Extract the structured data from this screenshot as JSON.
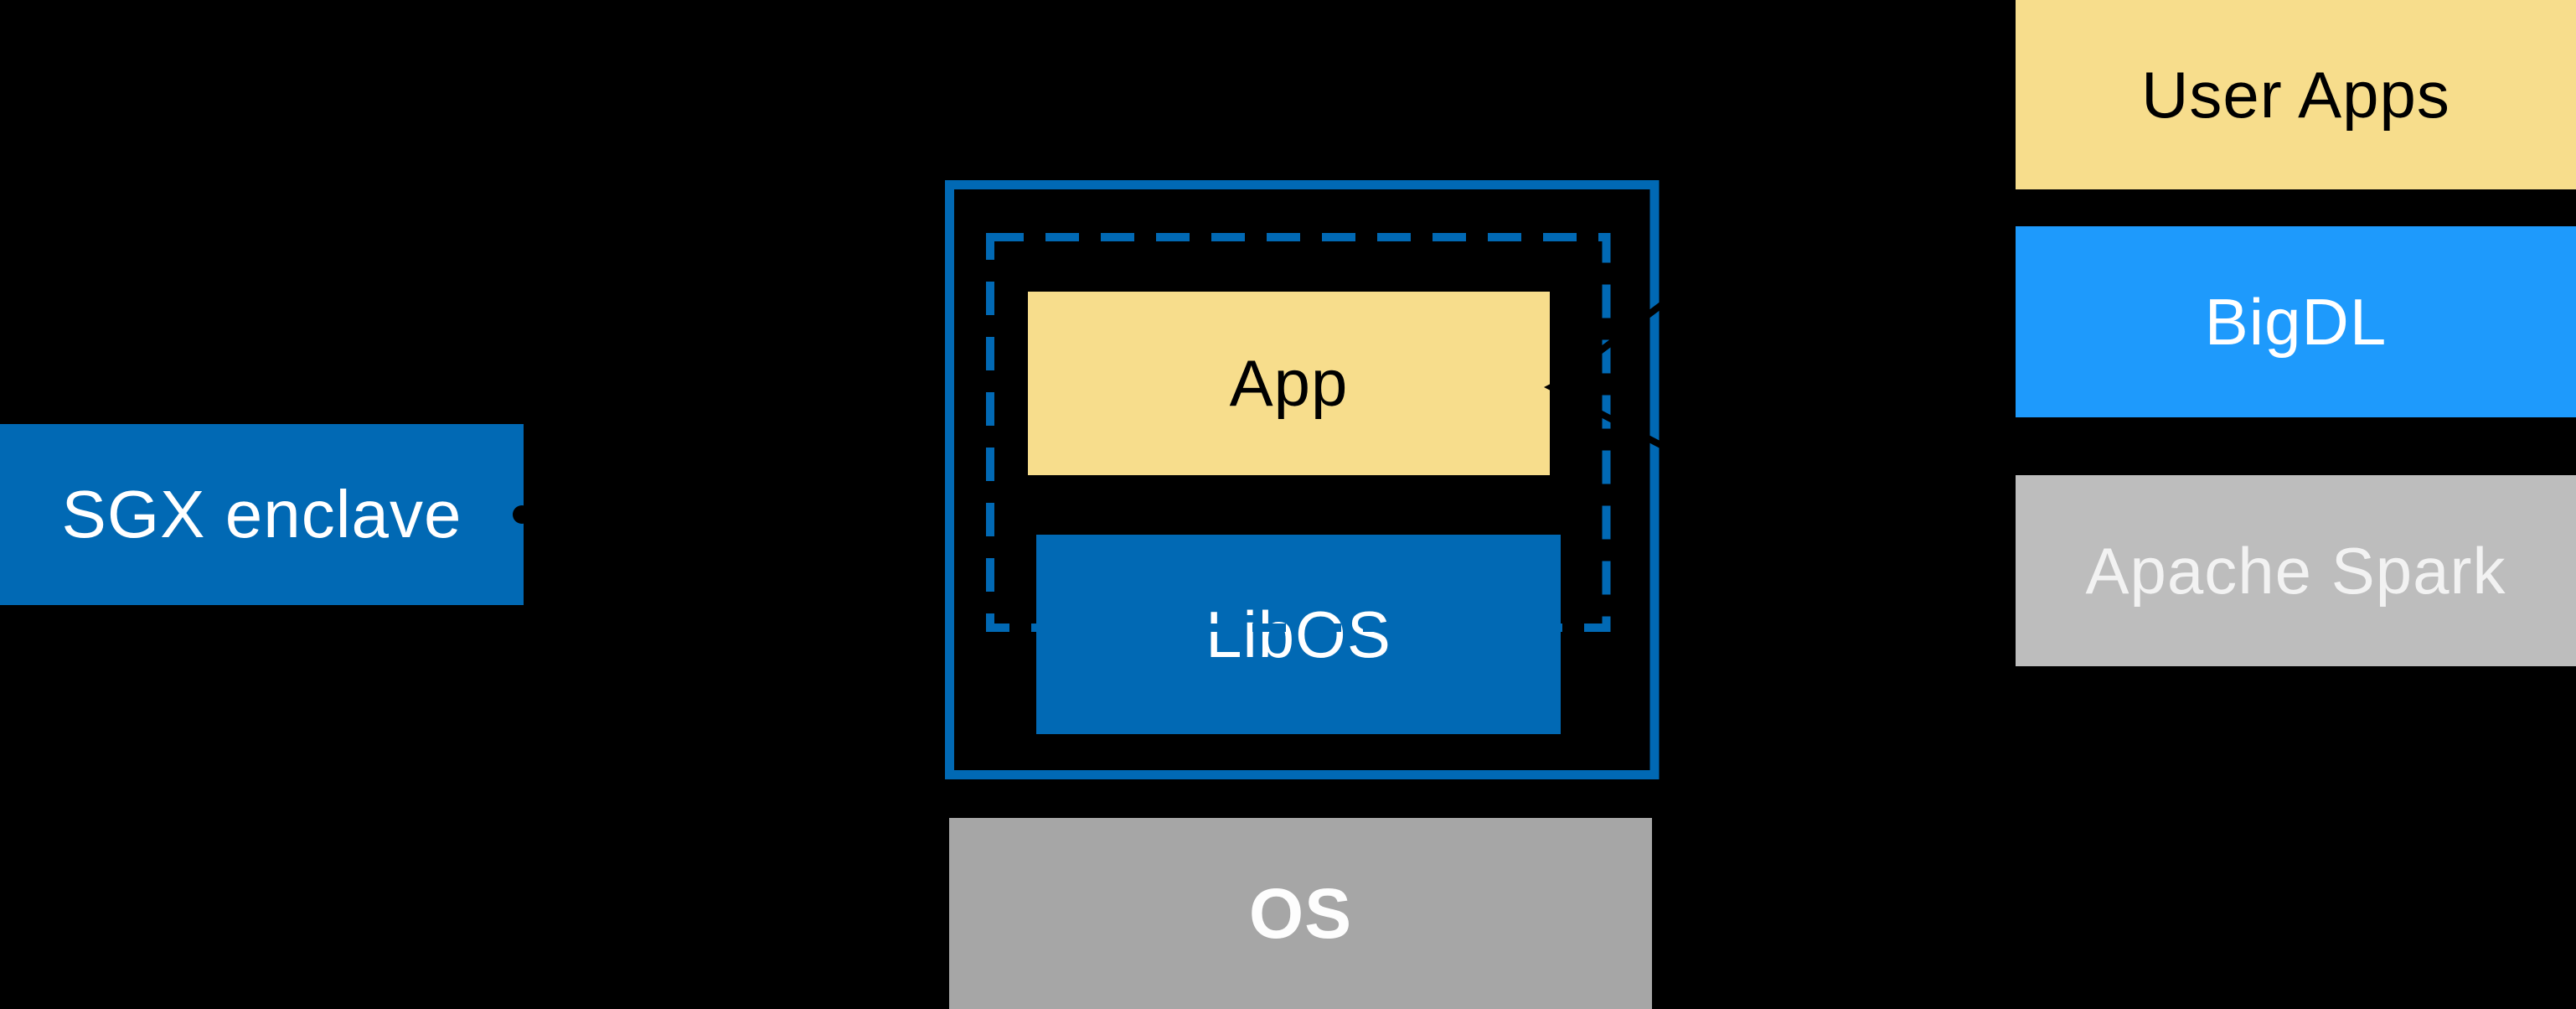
{
  "diagram": {
    "background": "#000000",
    "left_box": {
      "label": "SGX enclave",
      "color": "#0169B4",
      "text_color": "#FFFFFF"
    },
    "enclave_box": {
      "border_color": "#0169B4",
      "border_style_outer": "solid",
      "border_style_inner": "dashed",
      "app": {
        "label": "App",
        "color": "#F7DD8C",
        "text_color": "#000000"
      },
      "libos": {
        "label": "LibOS",
        "color": "#0169B4",
        "text_color": "#FFFFFF"
      }
    },
    "os_box": {
      "label": "OS",
      "color": "#A6A6A6",
      "text_color": "#FDFDFD"
    },
    "right_stack": [
      {
        "label": "User Apps",
        "color": "#F7DD8C",
        "text_color": "#000000"
      },
      {
        "label": "BigDL",
        "color": "#1E9AFC",
        "text_color": "#FFFFFF"
      },
      {
        "label": "Apache Spark",
        "color": "#BDBDBD",
        "text_color": "#F2F2F2"
      }
    ],
    "connectors": {
      "color": "#000000"
    }
  }
}
